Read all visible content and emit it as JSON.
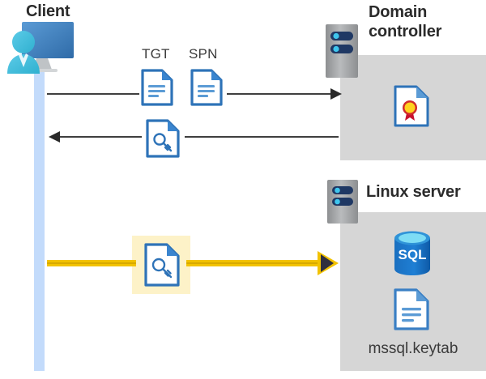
{
  "diagram": {
    "title": "Kerberos authentication flow between client, domain controller and Linux server",
    "background": "#ffffff"
  },
  "colors": {
    "panel_gray": "#d6d6d6",
    "lifeline_blue": "#c3dbfb",
    "highlight_yellow": "#fdf2c8",
    "arrow_gray": "#3f3f3f",
    "arrow_yellow": "#f2c200",
    "doc_blue": "#3a7fc4",
    "sql_blue": "#1668c1",
    "seal_yellow": "#ffd21e",
    "ribbon_red": "#c8102e",
    "text_dark": "#2b2b2b"
  },
  "actors": {
    "client": {
      "label": "Client",
      "icon": "user-computer-icon",
      "lifeline": true
    },
    "domain_controller": {
      "label": "Domain controller",
      "label_line_1": "Domain",
      "label_line_2": "controller",
      "icon": "server-icon",
      "contents": [
        {
          "name": "certificate-document-icon",
          "label": ""
        }
      ]
    },
    "linux_server": {
      "label": "Linux server",
      "icon": "server-icon",
      "contents": [
        {
          "name": "sql-database-icon",
          "label": "SQL"
        },
        {
          "name": "keytab-document-icon",
          "label": "mssql.keytab"
        }
      ]
    }
  },
  "flows": [
    {
      "id": "request-tgt-spn",
      "direction": "right",
      "style": "thin-gray",
      "from": "client",
      "to": "domain_controller",
      "artifacts": [
        {
          "label": "TGT",
          "icon": "document-icon"
        },
        {
          "label": "SPN",
          "icon": "document-icon"
        }
      ]
    },
    {
      "id": "issue-service-ticket",
      "direction": "left",
      "style": "thin-gray",
      "from": "domain_controller",
      "to": "client",
      "artifacts": [
        {
          "label": "",
          "icon": "key-document-icon"
        }
      ]
    },
    {
      "id": "present-ticket-to-linux",
      "direction": "right",
      "style": "thick-yellow",
      "from": "client",
      "to": "linux_server",
      "highlighted": true,
      "artifacts": [
        {
          "label": "",
          "icon": "key-document-icon"
        }
      ]
    }
  ],
  "labels": {
    "tgt": "TGT",
    "spn": "SPN",
    "keytab_file": "mssql.keytab",
    "sql_text": "SQL"
  }
}
